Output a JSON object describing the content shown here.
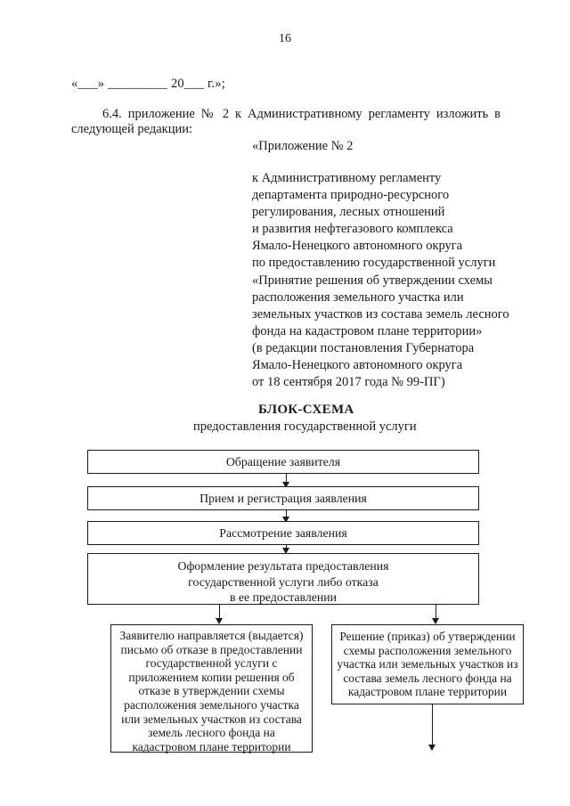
{
  "colors": {
    "ink": "#1a1a1a",
    "paper": "#ffffff"
  },
  "page_number": "16",
  "intro": {
    "date_line": "«___» _________ 20___ г.»;",
    "clause_line1": "6.4. приложение № 2 к Административному регламенту изложить в",
    "clause_line2": "следующей редакции:"
  },
  "appendix": {
    "heading": "«Приложение № 2",
    "block": "к Административному регламенту\nдепартамента природно-ресурсного\nрегулирования, лесных отношений\nи развития нефтегазового комплекса\nЯмало-Ненецкого автономного округа\nпо предоставлению государственной услуги\n«Принятие решения об утверждении схемы\nрасположения земельного участка или\nземельных участков из состава земель лесного\nфонда на кадастровом плане территории»\n(в редакции постановления Губернатора\nЯмало-Ненецкого автономного округа\nот 18 сентября 2017 года № 99-ПГ)"
  },
  "flowchart": {
    "title": "БЛОК-СХЕМА",
    "subtitle": "предоставления государственной услуги",
    "steps": [
      {
        "label": "Обращение заявителя"
      },
      {
        "label": "Прием и регистрация заявления"
      },
      {
        "label": "Рассмотрение заявления"
      },
      {
        "label": "Оформление результата предоставления\nгосударственной услуги либо отказа\nв ее предоставлении"
      }
    ],
    "outcome_left": "Заявителю направляется (выдается)\nписьмо об отказе в предоставлении\nгосударственной услуги с\nприложением  копии решения об\nотказе в утверждении схемы\nрасположения земельного участка\nили земельных участков из состава\nземель лесного фонда на\nкадастровом плане территории",
    "outcome_right": "Решение (приказ) об утверждении\nсхемы расположения земельного\nучастка или земельных участков из\nсостава земель лесного фонда на\nкадастровом плане территории"
  }
}
